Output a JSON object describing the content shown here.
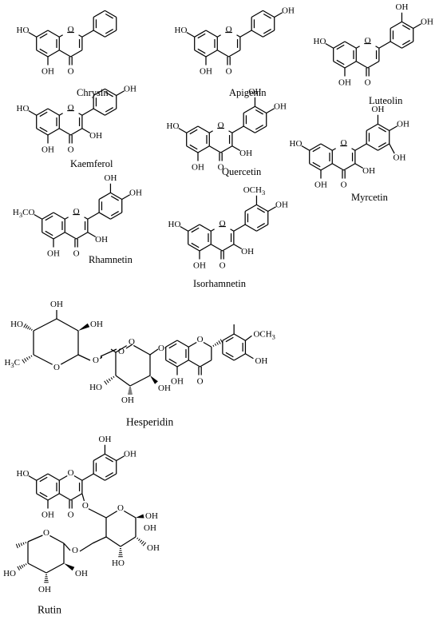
{
  "compounds": [
    {
      "name": "Chrysin",
      "groups": {
        "oh7": "HO",
        "oh5": "OH",
        "o1": "O",
        "o4": "O"
      }
    },
    {
      "name": "Apigenin",
      "groups": {
        "oh7": "HO",
        "oh5": "OH",
        "o1": "O",
        "o4": "O",
        "oh4p": "OH"
      }
    },
    {
      "name": "Luteolin",
      "groups": {
        "oh7": "HO",
        "oh5": "OH",
        "o1": "O",
        "o4": "O",
        "oh4p": "OH",
        "oh3p": "OH"
      }
    },
    {
      "name": "Kaemferol",
      "groups": {
        "oh7": "HO",
        "oh5": "OH",
        "o1": "O",
        "o4": "O",
        "oh3": "OH",
        "oh4p": "OH"
      }
    },
    {
      "name": "Quercetin",
      "groups": {
        "oh7": "HO",
        "oh5": "OH",
        "o1": "O",
        "o4": "O",
        "oh3": "OH",
        "oh4p": "OH",
        "oh3p": "OH"
      }
    },
    {
      "name": "Myrcetin",
      "groups": {
        "oh7": "HO",
        "oh5": "OH",
        "o1": "O",
        "o4": "O",
        "oh3": "OH",
        "oh4p": "OH",
        "oh3p": "OH",
        "oh5p": "OH"
      }
    },
    {
      "name": "Rhamnetin",
      "groups": {
        "oh7": "H3CO",
        "oh5": "OH",
        "o1": "O",
        "o4": "O",
        "oh3": "OH",
        "oh4p": "OH",
        "oh3p": "OH"
      }
    },
    {
      "name": "Isorhamnetin",
      "groups": {
        "oh7": "HO",
        "oh5": "OH",
        "o1": "O",
        "o4": "O",
        "oh3": "OH",
        "oh4p": "OH",
        "oh3p": "OCH3"
      }
    }
  ],
  "hesperidin": {
    "name": "Hesperidin",
    "labels": [
      "OH",
      "HO",
      "OH",
      "H3C",
      "O",
      "O",
      "O",
      "O",
      "HO",
      "OH",
      "OH",
      "O",
      "O",
      "OH",
      "O",
      "OCH3",
      "OH"
    ]
  },
  "rutin": {
    "name": "Rutin",
    "labels": [
      "OH",
      "OH",
      "HO",
      "O",
      "OH",
      "O",
      "O",
      "OH",
      "O",
      "O",
      "OH",
      "HO",
      "OH",
      "O",
      "HO",
      "OH",
      "OH"
    ]
  }
}
